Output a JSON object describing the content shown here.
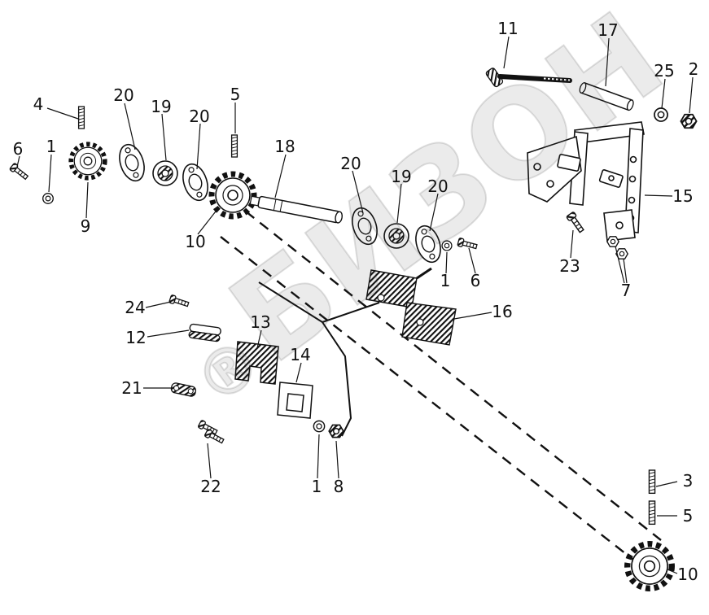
{
  "diagram": {
    "kind": "exploded-parts-diagram",
    "description": "Exploded view parts diagram: sprockets, gaskets, bearings, shaft, brackets, chain path (dashed) and fasteners, numbered 1-25"
  },
  "colors": {
    "background": "#ffffff",
    "ink": "#111111",
    "watermark": "#bdbdbd"
  },
  "watermark": {
    "mark": "®",
    "text": "БИЗОН"
  },
  "labels": [
    {
      "text": "4"
    },
    {
      "text": "20"
    },
    {
      "text": "19"
    },
    {
      "text": "20"
    },
    {
      "text": "5"
    },
    {
      "text": "6"
    },
    {
      "text": "1"
    },
    {
      "text": "18"
    },
    {
      "text": "11"
    },
    {
      "text": "17"
    },
    {
      "text": "25"
    },
    {
      "text": "2"
    },
    {
      "text": "20"
    },
    {
      "text": "19"
    },
    {
      "text": "20"
    },
    {
      "text": "9"
    },
    {
      "text": "10"
    },
    {
      "text": "15"
    },
    {
      "text": "23"
    },
    {
      "text": "1"
    },
    {
      "text": "6"
    },
    {
      "text": "7"
    },
    {
      "text": "24"
    },
    {
      "text": "16"
    },
    {
      "text": "12"
    },
    {
      "text": "13"
    },
    {
      "text": "14"
    },
    {
      "text": "21"
    },
    {
      "text": "22"
    },
    {
      "text": "1"
    },
    {
      "text": "8"
    },
    {
      "text": "3"
    },
    {
      "text": "5"
    },
    {
      "text": "10"
    }
  ]
}
